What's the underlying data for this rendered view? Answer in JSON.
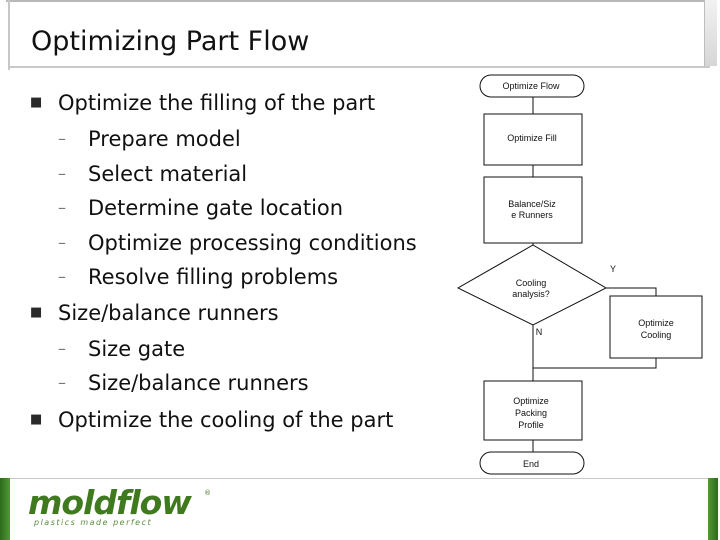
{
  "slide": {
    "title": "Optimizing Part Flow"
  },
  "bullets": [
    {
      "text": "Optimize the filling of the part",
      "subs": [
        "Prepare model",
        "Select material",
        "Determine gate location",
        "Optimize processing conditions",
        "Resolve filling problems"
      ]
    },
    {
      "text": "Size/balance runners",
      "subs": [
        "Size gate",
        "Size/balance runners"
      ]
    },
    {
      "text": "Optimize the cooling of the part",
      "subs": []
    }
  ],
  "flowchart": {
    "start": "Optimize Flow",
    "fill": "Optimize Fill",
    "balance": [
      "Balance/Siz",
      "e Runners"
    ],
    "decision": [
      "Cooling",
      "analysis?"
    ],
    "yes_label": "Y",
    "no_label": "N",
    "cooling": [
      "Optimize",
      "Cooling"
    ],
    "packing": [
      "Optimize",
      "Packing",
      "Profile"
    ],
    "end": "End"
  },
  "logo": {
    "name": "moldflow",
    "tagline": "plastics made perfect",
    "mark": "®"
  },
  "colors": {
    "brand_green": "#3f7a1f",
    "bullet_mark": "#2a2a2a"
  }
}
